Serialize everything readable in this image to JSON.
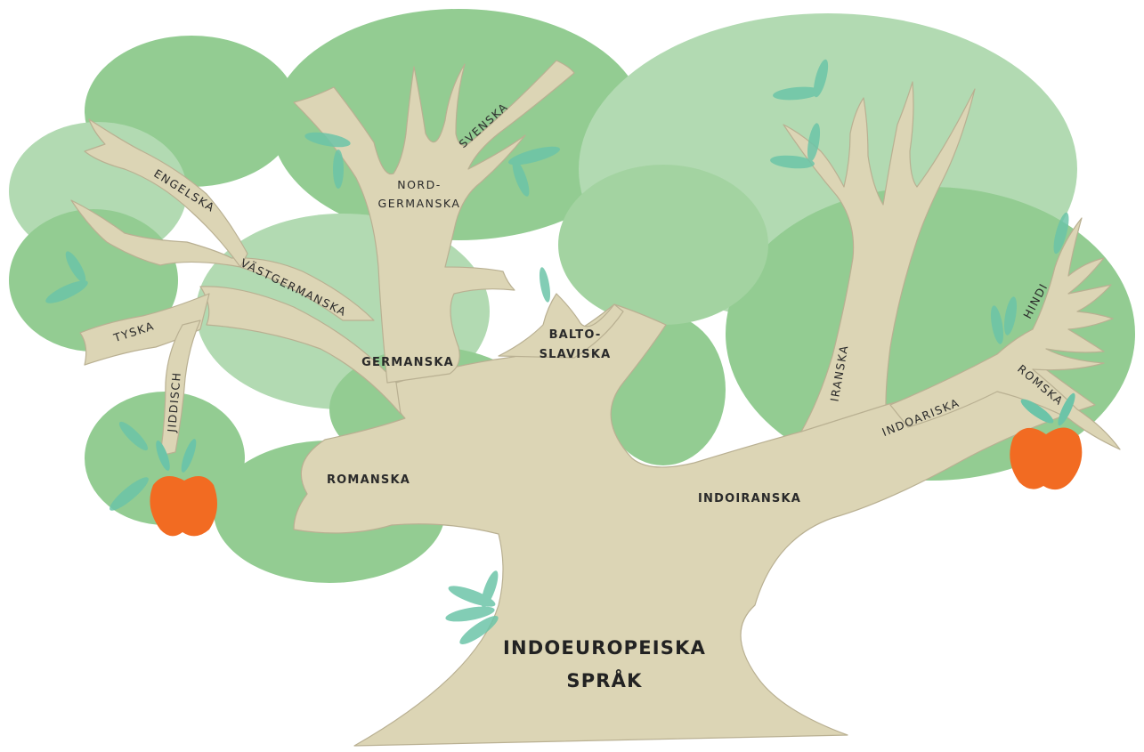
{
  "colors": {
    "foliage_dark": "#93cc92",
    "foliage_light": "#b2dab2",
    "trunk": "#dcd5b5",
    "trunk_edge": "#b9b092",
    "leaf": "#6cc4a8",
    "apple": "#f26b22"
  },
  "root": {
    "line1": "INDOEUROPEISKA",
    "line2": "SPRÅK"
  },
  "branches": {
    "germanska": "GERMANSKA",
    "nordgermanska_line1": "NORD-",
    "nordgermanska_line2": "GERMANSKA",
    "svenska": "SVENSKA",
    "vastgermanska": "VÄSTGERMANSKA",
    "engelska": "ENGELSKA",
    "tyska": "TYSKA",
    "jiddisch": "JIDDISCH",
    "baltoslaviska_line1": "BALTO-",
    "baltoslaviska_line2": "SLAVISKA",
    "romanska": "ROMANSKA",
    "indoiranska": "INDOIRANSKA",
    "iranska": "IRANSKA",
    "indoariska": "INDOARISKA",
    "hindi": "HINDI",
    "romska": "ROMSKA"
  }
}
